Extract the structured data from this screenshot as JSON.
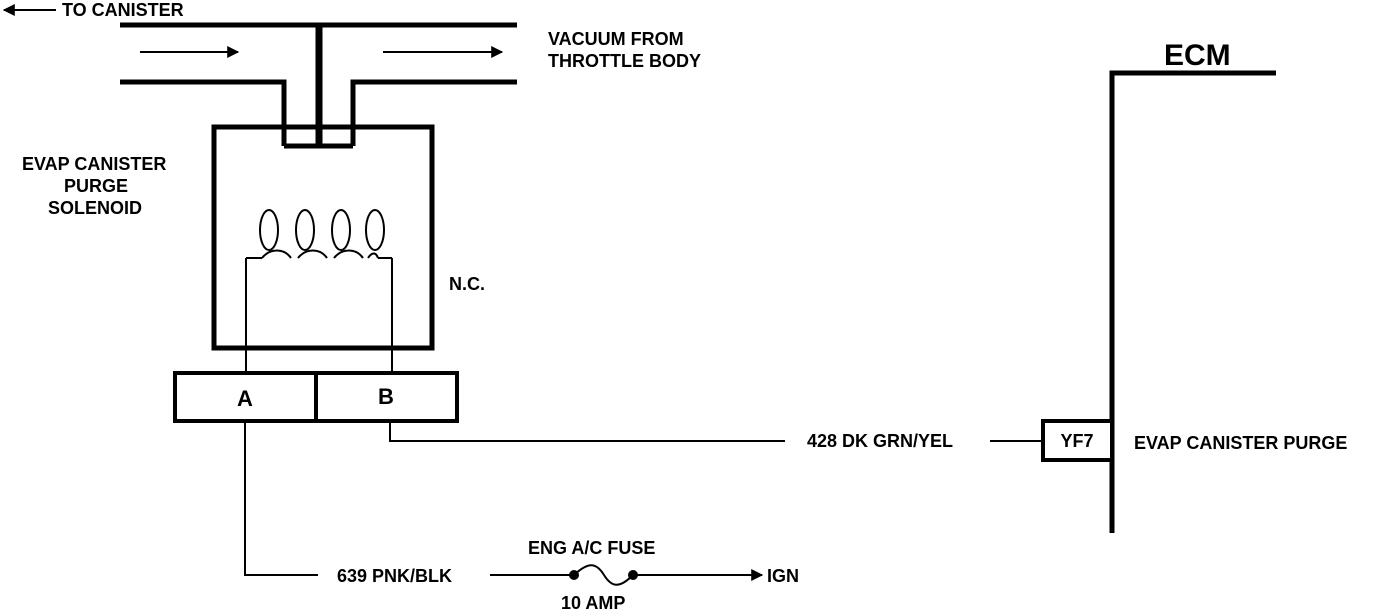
{
  "diagram": {
    "canister_label": "TO CANISTER",
    "vacuum_label_line1": "VACUUM FROM",
    "vacuum_label_line2": "THROTTLE BODY",
    "solenoid_label_line1": "EVAP CANISTER",
    "solenoid_label_line2": "PURGE",
    "solenoid_label_line3": "SOLENOID",
    "nc_label": "N.C.",
    "terminal_a": "A",
    "terminal_b": "B",
    "wire_428": "428 DK GRN/YEL",
    "wire_639": "639 PNK/BLK",
    "fuse_name": "ENG A/C FUSE",
    "fuse_rating": "10 AMP",
    "ign_label": "IGN",
    "ecm_label": "ECM",
    "ecm_pin": "YF7",
    "ecm_pin_label": "EVAP CANISTER PURGE"
  }
}
